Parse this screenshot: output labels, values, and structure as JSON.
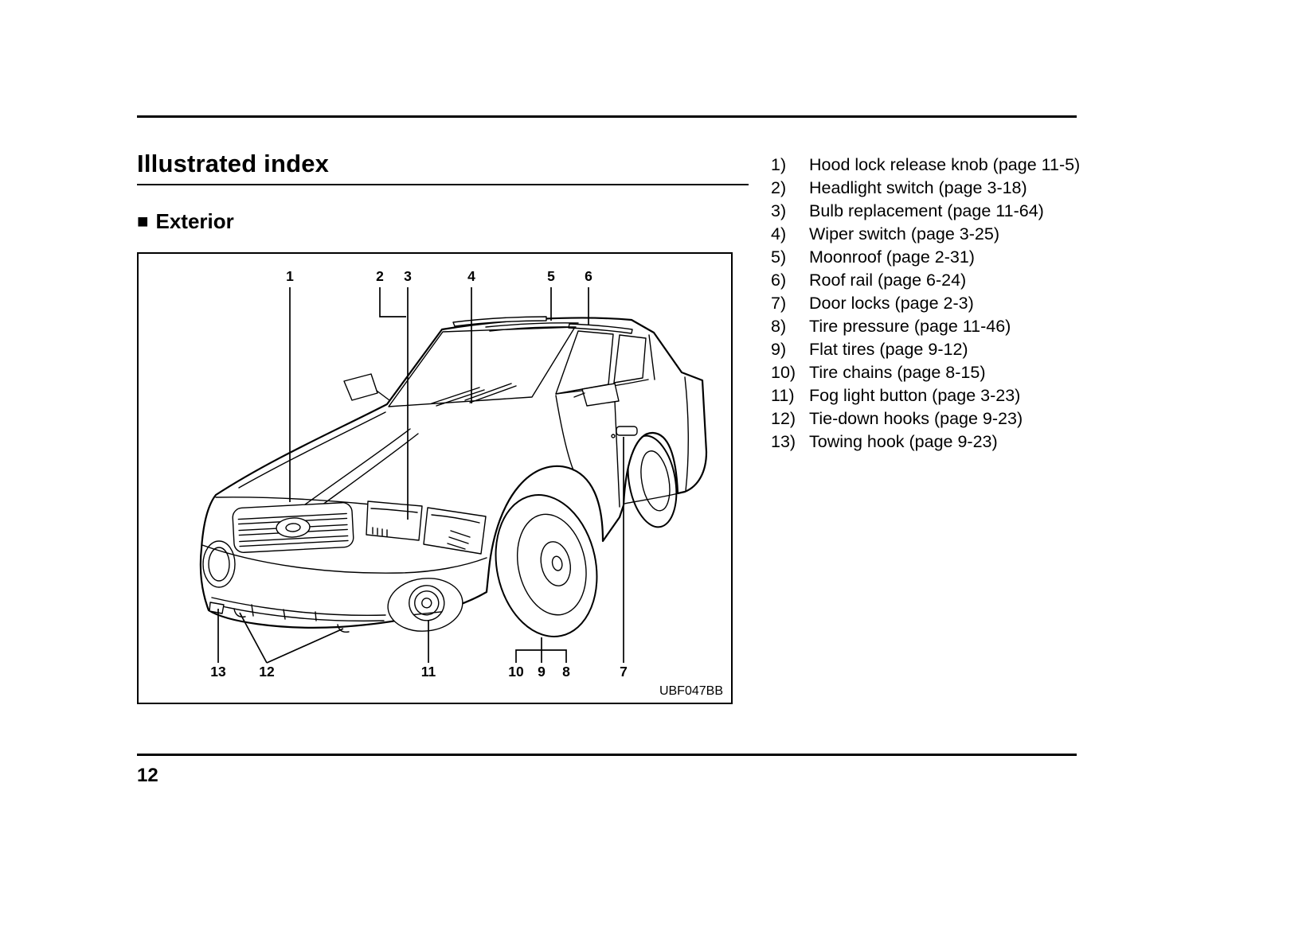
{
  "page": {
    "title": "Illustrated index",
    "section_marker": "■",
    "section": "Exterior",
    "page_number": "12"
  },
  "figure": {
    "code": "UBF047BB",
    "callouts_top": [
      "1",
      "2",
      "3",
      "4",
      "5",
      "6"
    ],
    "callouts_bottom": [
      "13",
      "12",
      "11",
      "10",
      "9",
      "8",
      "7"
    ]
  },
  "index_items": [
    {
      "num": "1)",
      "label": "Hood lock release knob (page 11-5)"
    },
    {
      "num": "2)",
      "label": "Headlight switch (page 3-18)"
    },
    {
      "num": "3)",
      "label": "Bulb replacement (page 11-64)"
    },
    {
      "num": "4)",
      "label": "Wiper switch (page 3-25)"
    },
    {
      "num": "5)",
      "label": "Moonroof (page 2-31)"
    },
    {
      "num": "6)",
      "label": "Roof rail (page 6-24)"
    },
    {
      "num": "7)",
      "label": "Door locks (page 2-3)"
    },
    {
      "num": "8)",
      "label": "Tire pressure (page 11-46)"
    },
    {
      "num": "9)",
      "label": "Flat tires (page 9-12)"
    },
    {
      "num": "10)",
      "label": "Tire chains (page 8-15)"
    },
    {
      "num": "11)",
      "label": "Fog light button (page 3-23)"
    },
    {
      "num": "12)",
      "label": "Tie-down hooks (page 9-23)"
    },
    {
      "num": "13)",
      "label": "Towing hook (page 9-23)"
    }
  ]
}
